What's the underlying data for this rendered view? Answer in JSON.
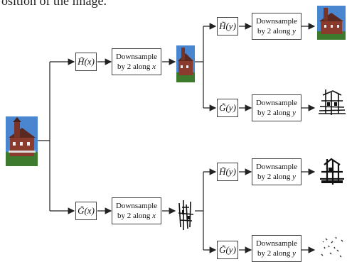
{
  "caption": "osition of the image.",
  "filters": {
    "hx": "H̃(x)",
    "gx": "G̃(x)",
    "hy_top": "H̃(y)",
    "gy_top": "G̃(y)",
    "hy_bot": "H̃(y)",
    "gy_bot": "G̃(y)"
  },
  "ops": {
    "x_top": {
      "line1": "Downsample",
      "line2": "by 2 along ",
      "var": "x"
    },
    "x_bot": {
      "line1": "Downsample",
      "line2": "by 2 along ",
      "var": "x"
    },
    "y1": {
      "line1": "Downsample",
      "line2": "by 2 along ",
      "var": "y"
    },
    "y2": {
      "line1": "Downsample",
      "line2": "by 2 along ",
      "var": "y"
    },
    "y3": {
      "line1": "Downsample",
      "line2": "by 2 along ",
      "var": "y"
    },
    "y4": {
      "line1": "Downsample",
      "line2": "by 2 along ",
      "var": "y"
    }
  },
  "colors": {
    "line": "#222222",
    "sky": "#3a78c8",
    "house": "#8a3b2e",
    "grass": "#3d7a2e"
  }
}
